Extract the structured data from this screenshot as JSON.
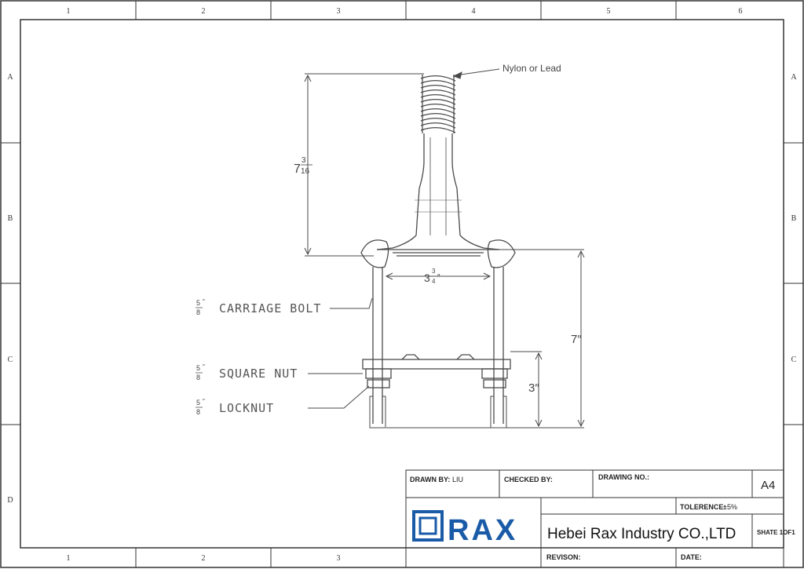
{
  "grid": {
    "columns": [
      "1",
      "2",
      "3",
      "4",
      "5",
      "6"
    ],
    "columns_bottom": [
      "1",
      "2",
      "3"
    ],
    "rows": [
      "A",
      "B",
      "C",
      "D"
    ]
  },
  "drawing": {
    "callout_top": "Nylon or Lead",
    "height_whole": "7",
    "height_num": "3",
    "height_den": "16",
    "width_whole": "3",
    "width_num": "3",
    "width_den": "4",
    "width_mark": "″",
    "right_height": "7″",
    "lower_height": "3″",
    "bolt_num": "5",
    "bolt_den": "8",
    "bolt_mark": "″",
    "carriage_bolt": "CARRIAGE BOLT",
    "square_nut": "SQUARE NUT",
    "locknut": "LOCKNUT"
  },
  "title_block": {
    "drawn_by_label": "DRAWN BY:",
    "drawn_by_value": "LIU",
    "checked_by_label": "CHECKED BY:",
    "drawing_no_label": "DRAWING NO.:",
    "size": "A4",
    "tolerance_label": "TOLERENCE:",
    "tolerance_value": "±5%",
    "logo_text": "RAX",
    "company": "Hebei Rax Industry CO.,LTD",
    "sheet": "SHATE 1OF1",
    "revision_label": "REVISON:",
    "date_label": "DATE:"
  },
  "colors": {
    "line": "#333333",
    "drawing": "#4a4a4a",
    "logo_blue": "#1a5ba8"
  }
}
